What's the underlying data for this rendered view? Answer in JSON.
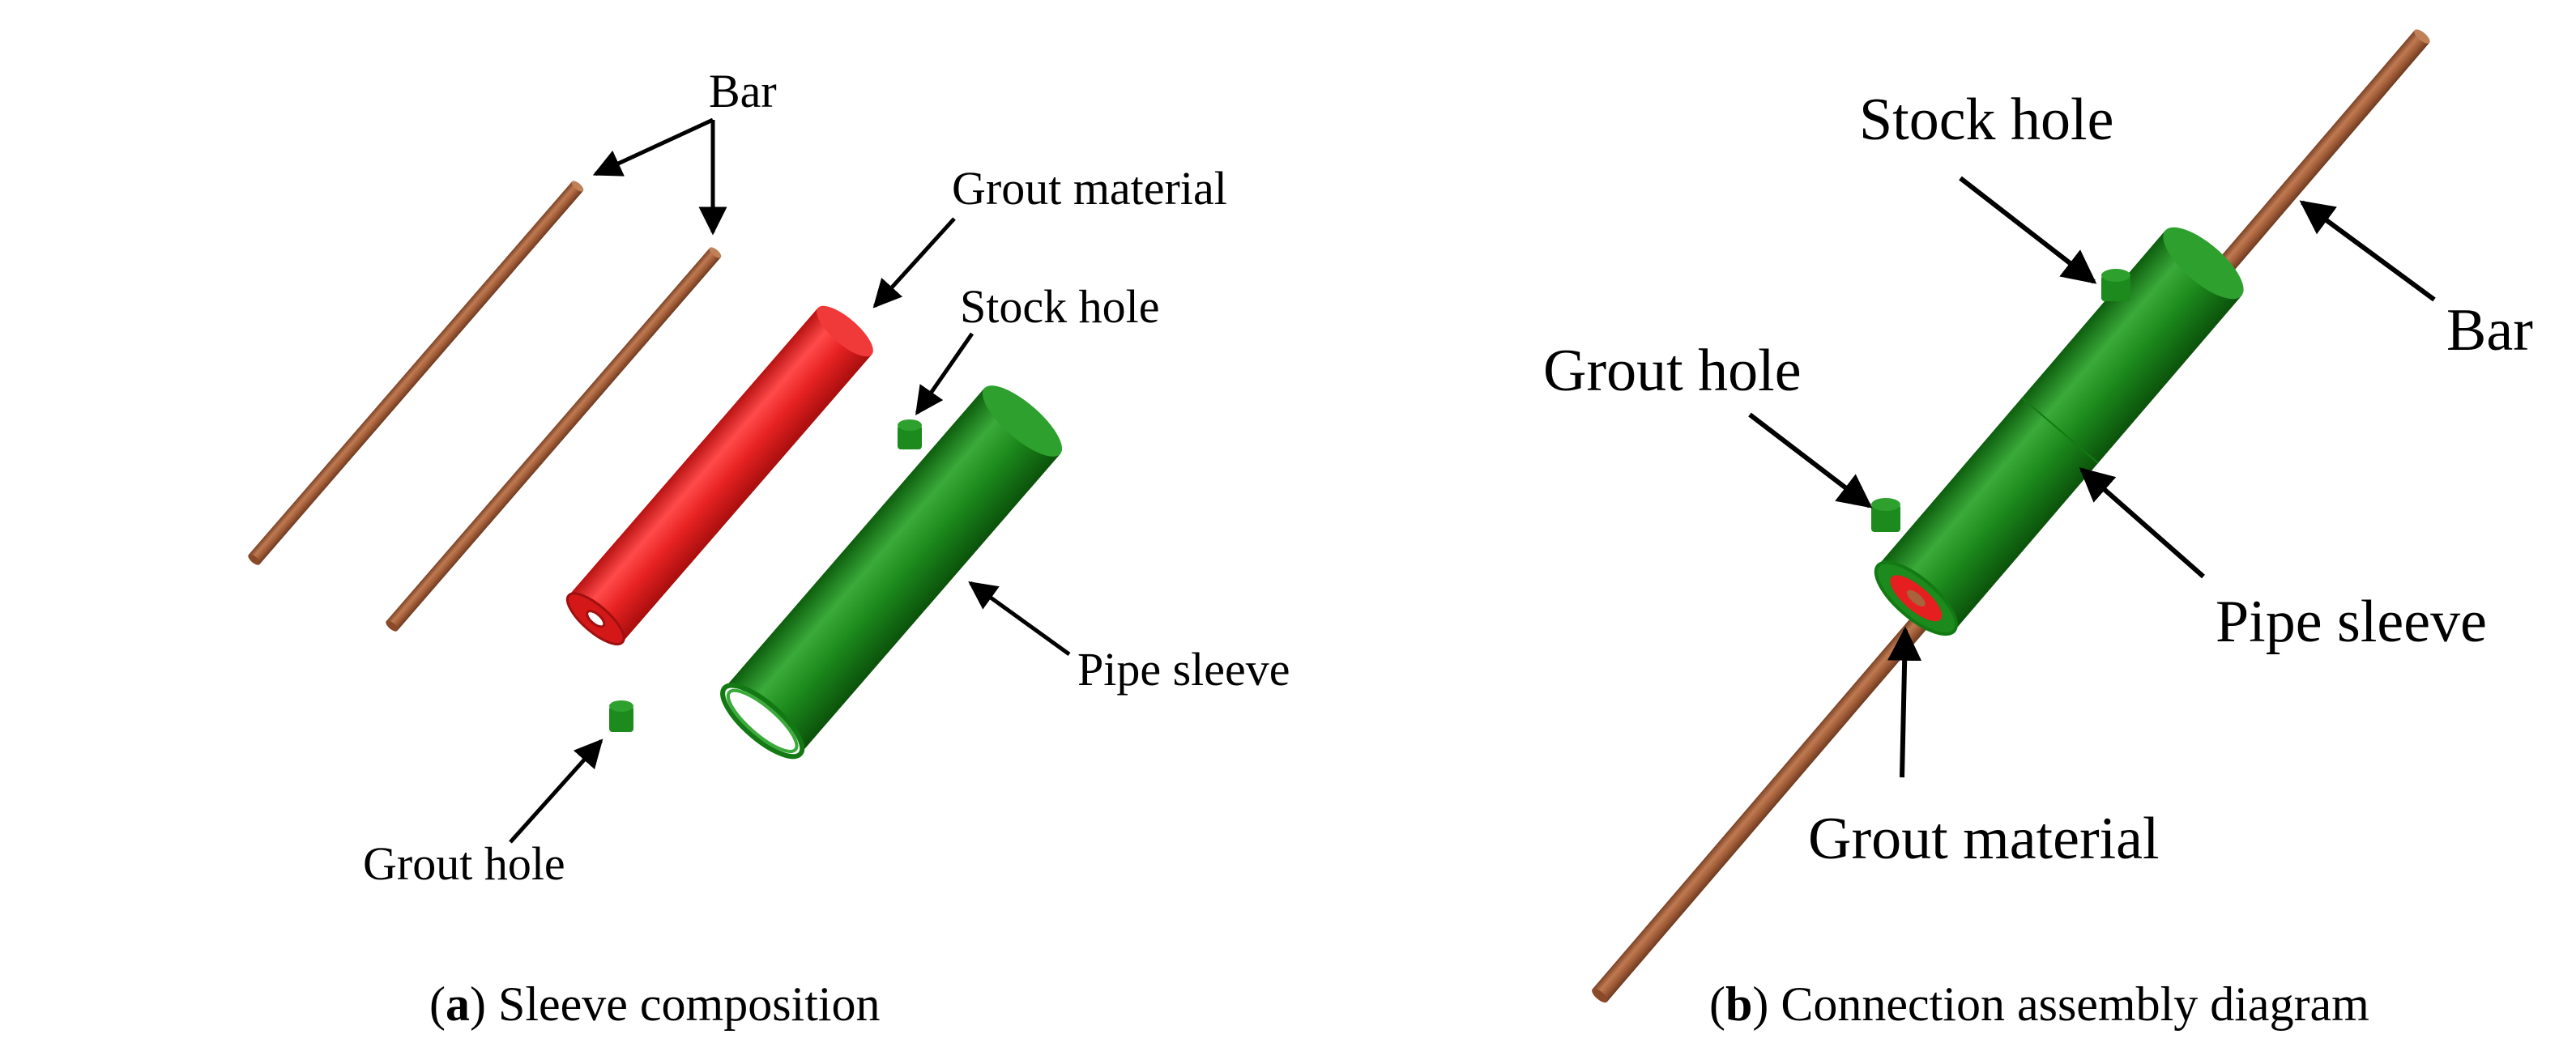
{
  "panel_a": {
    "labels": {
      "bar": "Bar",
      "grout_material": "Grout material",
      "stock_hole": "Stock hole",
      "pipe_sleeve": "Pipe sleeve",
      "grout_hole": "Grout hole"
    },
    "caption": {
      "open": "(",
      "letter": "a",
      "close": ")",
      "text": " Sleeve composition"
    }
  },
  "panel_b": {
    "labels": {
      "stock_hole": "Stock hole",
      "bar": "Bar",
      "grout_hole": "Grout hole",
      "pipe_sleeve": "Pipe sleeve",
      "grout_material": "Grout material"
    },
    "caption": {
      "open": "(",
      "letter": "b",
      "close": ")",
      "text": " Connection assembly diagram"
    }
  },
  "colors": {
    "bar": "#a0603a",
    "grout": "#e51f1f",
    "sleeve": "#1a8a1a"
  }
}
